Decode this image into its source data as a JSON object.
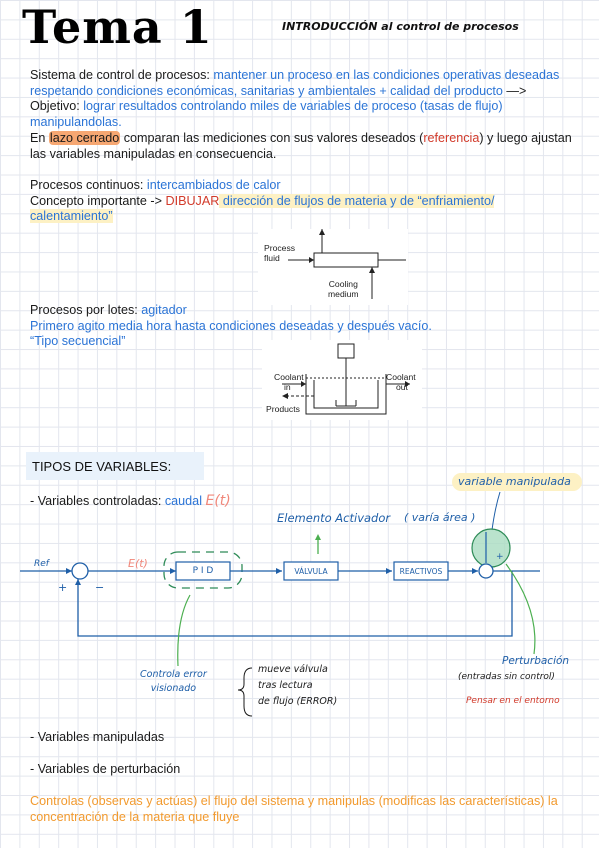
{
  "header": {
    "title": "Tema 1",
    "subtitle": "INTRODUCCIÓN al control de procesos"
  },
  "intro": {
    "sistema_label": "Sistema de control de procesos: ",
    "sistema_text": "mantener un proceso en las condiciones operativas deseadas respetando condiciones económicas, sanitarias y ambientales + calidad del producto",
    "objetivo_label": " —> Objetivo: ",
    "objetivo_text": "lograr resultados controlando miles de variables de proceso (tasas de flujo) manipulandolas.",
    "lazo_pre": "En ",
    "lazo_highlight": "lazo cerrado",
    "lazo_mid": " comparan las mediciones con sus valores deseados (",
    "lazo_ref": "referencia",
    "lazo_post": ") y luego ajustan las variables manipuladas en consecuencia."
  },
  "continuos": {
    "label": "Procesos continuos: ",
    "value": "intercambiados de calor",
    "concepto_label": "Concepto importante -> ",
    "dibujar": "DIBUJAR",
    "concepto_text": " dirección de flujos de materia y de “enfriamiento/ calentamiento”"
  },
  "figure1": {
    "process_fluid": [
      "Process",
      "fluid"
    ],
    "cooling_medium": [
      "Cooling",
      "medium"
    ]
  },
  "lotes": {
    "label": "Procesos por lotes: ",
    "value": "agitador",
    "line2": "Primero agito media hora hasta condiciones deseadas y después vacío.",
    "line3": "“Tipo secuencial”"
  },
  "figure2": {
    "coolant_in": [
      "Coolant",
      "in"
    ],
    "coolant_out": [
      "Coolant",
      "out"
    ],
    "products": "Products"
  },
  "tipos": {
    "heading": "TIPOS DE VARIABLES:",
    "controladas_label": "- Variables controladas: ",
    "controladas_value": "caudal",
    "controladas_symbol": "E(t)",
    "manipuladas": "- Variables manipuladas",
    "perturbacion": "- Variables de perturbación",
    "summary": "Controlas (observas y actúas) el flujo del sistema y manipulas (modificas las características) la concentración de la materia que fluye"
  },
  "diagram": {
    "var_manipulada": "variable manipulada",
    "elemento_activador": "Elemento Activador",
    "varia_area": "( varía área )",
    "ref": "Ref",
    "plus": "+",
    "minus": "−",
    "et": "E(t)",
    "pid": "P I D",
    "valvula": "VÁLVULA",
    "reactivos": "REACTIVOS",
    "controla_error": [
      "Controla error",
      "visionado"
    ],
    "mueve_valvula": [
      "mueve válvula",
      "tras lectura",
      "de flujo (ERROR)"
    ],
    "perturbacion": "Perturbación",
    "entradas_sin_control": "(entradas sin control)",
    "pensar_entorno": "Pensar en el entorno"
  },
  "colors": {
    "blue_text": "#2b74d6",
    "red_text": "#d23a2a",
    "orange_text": "#f29a2e",
    "highlight_orange": "#f6a772",
    "highlight_yellow": "#fdf1c4",
    "diagram_blue": "#1f5fa8",
    "diagram_green": "#4caf50"
  }
}
